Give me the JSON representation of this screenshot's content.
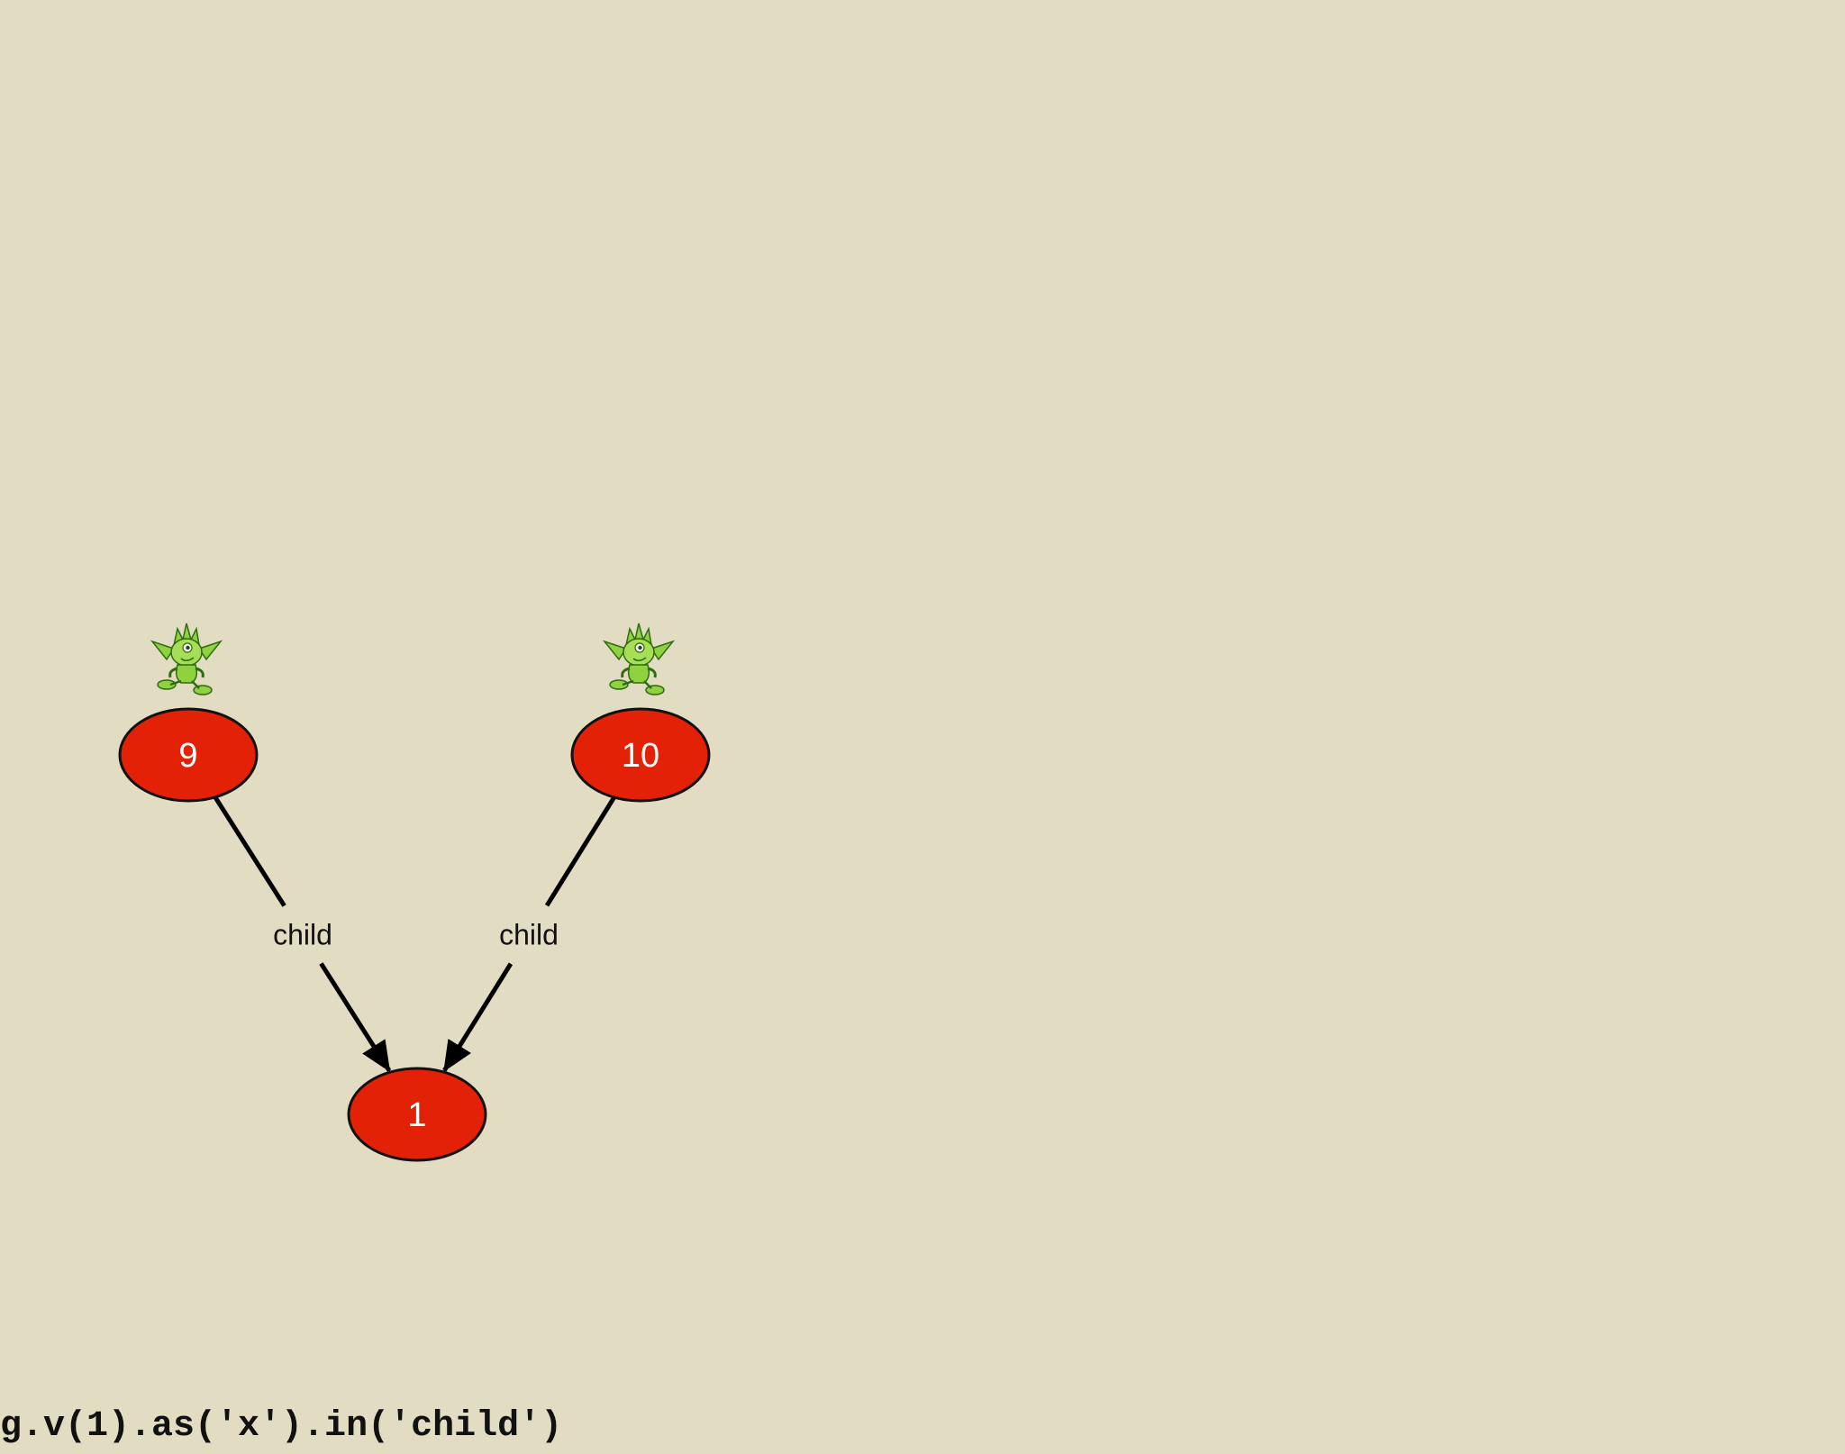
{
  "graph": {
    "nodes": [
      {
        "id": "9",
        "label": "9",
        "badge": "gremlin-icon"
      },
      {
        "id": "10",
        "label": "10",
        "badge": "gremlin-icon"
      },
      {
        "id": "1",
        "label": "1"
      }
    ],
    "edges": [
      {
        "from": "9",
        "to": "1",
        "label": "child"
      },
      {
        "from": "10",
        "to": "1",
        "label": "child"
      }
    ]
  },
  "query": "g.v(1).as('x').in('child')",
  "colors": {
    "background": "#e2dcc2",
    "node_fill": "#e32107",
    "node_stroke": "#111111",
    "edge": "#000000",
    "gremlin_green": "#8fd13f"
  }
}
